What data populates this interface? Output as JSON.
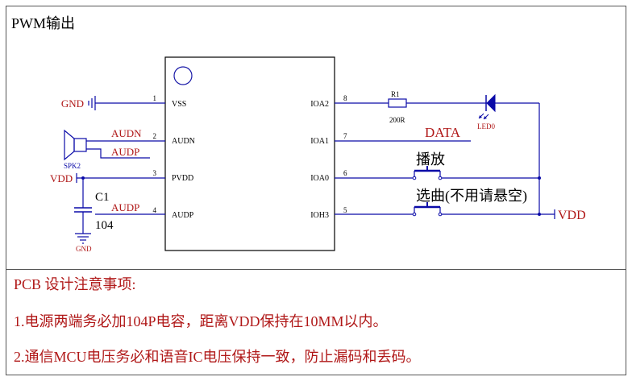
{
  "header": {
    "title": "PWM输出"
  },
  "chip": {
    "left_pins": [
      {
        "num": "1",
        "name": "VSS"
      },
      {
        "num": "2",
        "name": "AUDN"
      },
      {
        "num": "3",
        "name": "PVDD"
      },
      {
        "num": "4",
        "name": "AUDP"
      }
    ],
    "right_pins": [
      {
        "num": "8",
        "name": "IOA2"
      },
      {
        "num": "7",
        "name": "IOA1"
      },
      {
        "num": "6",
        "name": "IOA0"
      },
      {
        "num": "5",
        "name": "IOH3"
      }
    ]
  },
  "labels": {
    "gnd_left": "GND",
    "audn": "AUDN",
    "audp_speaker": "AUDP",
    "spk": "SPK2",
    "vdd_left": "VDD",
    "cap_name": "C1",
    "cap_value": "104",
    "audp_pin4": "AUDP",
    "gnd_bottom": "GND",
    "resistor_name": "R1",
    "resistor_value": "200R",
    "led": "LED0",
    "data": "DATA",
    "play": "播放",
    "select": "选曲(不用请悬空)",
    "vdd_right": "VDD"
  },
  "notes": {
    "heading": "PCB  设计注意事项:",
    "line1": "1.电源两端务必加104P电容，距离VDD保持在10MM以内。",
    "line2": "2.通信MCU电压务必和语音IC电压保持一致，防止漏码和丢码。"
  },
  "colors": {
    "wire": "#0a0aa8",
    "label_red": "#b01818",
    "text": "#000000"
  }
}
